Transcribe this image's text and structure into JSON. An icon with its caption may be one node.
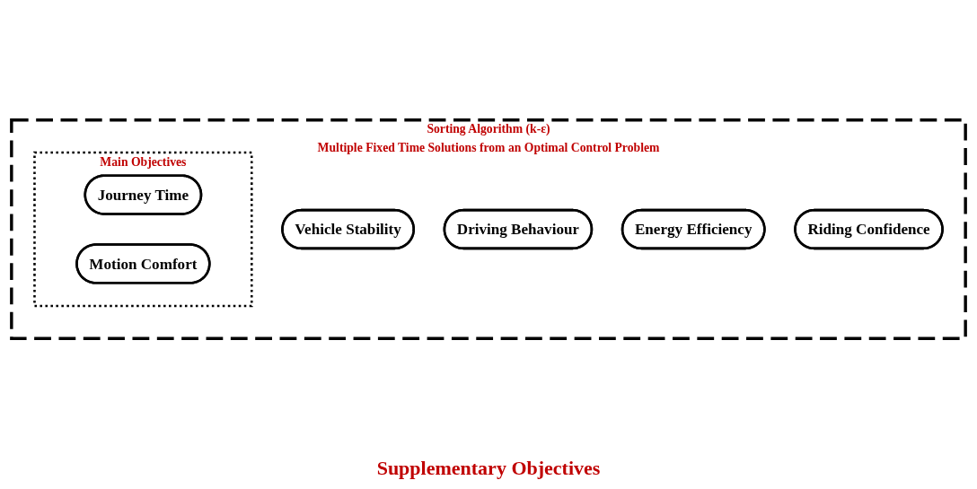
{
  "diagram": {
    "nodes": [
      {
        "text": [
          "Sorting Algorithm (k-ε)",
          "Multiple Fixed Time Solutions from an Optimal Control Problem"
        ]
      },
      {
        "text": [
          "Main Objectives"
        ],
        "in": 0
      },
      {
        "text": [
          "Journey Time"
        ],
        "in": 1
      },
      {
        "text": [
          "Motion Comfort"
        ],
        "in": 1
      },
      {
        "text": [
          "Vehicle Stability"
        ],
        "in": 0
      },
      {
        "text": [
          "Driving Behaviour"
        ],
        "in": 0
      },
      {
        "text": [
          "Energy Efficiency"
        ],
        "in": 0
      },
      {
        "text": [
          "Riding Confidence"
        ],
        "in": 0
      }
    ],
    "edges": [],
    "labels": [
      "Supplementary Objectives"
    ]
  }
}
